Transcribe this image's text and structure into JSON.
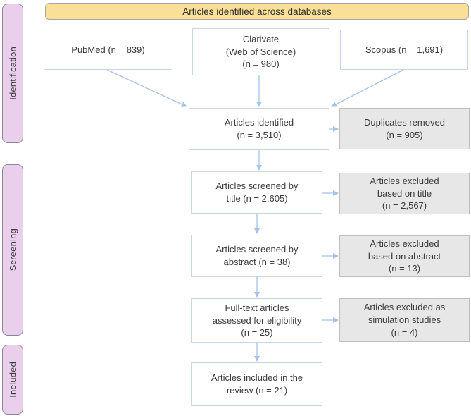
{
  "banner": {
    "label": "Articles identified across databases"
  },
  "rails": {
    "identification": "Identification",
    "screening": "Screening",
    "included": "Included"
  },
  "sources": {
    "pubmed": "PubMed (n = 839)",
    "clarivate": "Clarivate\n(Web of Science)\n(n = 980)",
    "scopus": "Scopus (n = 1,691)"
  },
  "flow": {
    "identified": "Articles identified\n(n = 3,510)",
    "screened_title": "Articles screened by\ntitle (n = 2,605)",
    "screened_abstract": "Articles screened by\nabstract (n = 38)",
    "fulltext": "Full-text articles\nassessed for eligibility\n(n = 25)",
    "included": "Articles included in the\nreview (n = 21)"
  },
  "excluded": {
    "duplicates": "Duplicates removed\n(n = 905)",
    "title": "Articles excluded\nbased on title\n(n = 2,567)",
    "abstract": "Articles excluded\nbased on abstract\n(n = 13)",
    "simulation": "Articles excluded as\nsimulation studies\n(n = 4)"
  },
  "colors": {
    "banner_fill": "#f9e096",
    "banner_border": "#a6a6a6",
    "rail_fill": "#e9cfeb",
    "rail_border": "#8c85a0",
    "flow_box_border": "#c8d6ec",
    "excluded_fill": "#e8e7e7",
    "excluded_border": "#bfbfbf",
    "arrow": "#a5c2ea",
    "text": "#3a3a3a"
  }
}
